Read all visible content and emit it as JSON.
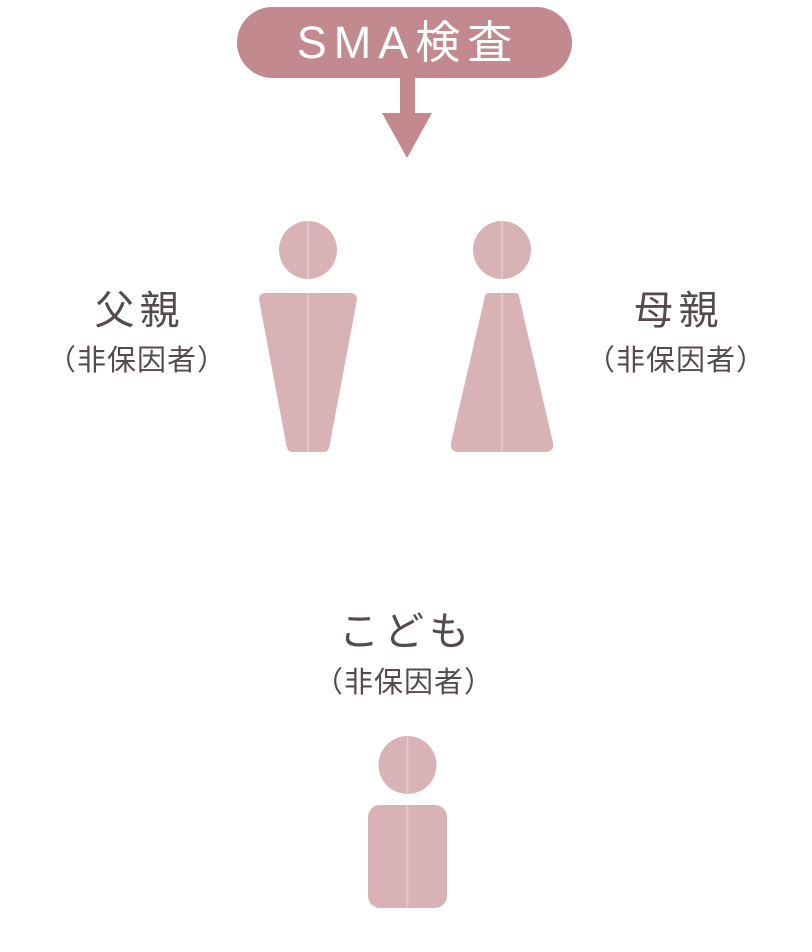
{
  "header": {
    "label": "SMA検査"
  },
  "colors": {
    "accent": "#c2898f",
    "figure": "#d8b2b5",
    "text": "#564b4b",
    "card": "#ffffff",
    "background": "#ffffff",
    "pill_text": "#ffffff",
    "top_arrow": "#c2898f",
    "mid_arrow": "#ffffff"
  },
  "parents_card": {
    "father": {
      "name": "父親",
      "status": "（非保因者）",
      "icon": "male-figure-icon"
    },
    "mother": {
      "name": "母親",
      "status": "（非保因者）",
      "icon": "female-figure-icon"
    }
  },
  "child_card": {
    "child": {
      "name": "こども",
      "status": "（非保因者）",
      "icon": "child-figure-icon"
    }
  },
  "arrows": [
    {
      "icon": "arrow-down-icon",
      "color": "#c2898f"
    },
    {
      "icon": "arrow-down-icon",
      "color": "#ffffff"
    }
  ]
}
